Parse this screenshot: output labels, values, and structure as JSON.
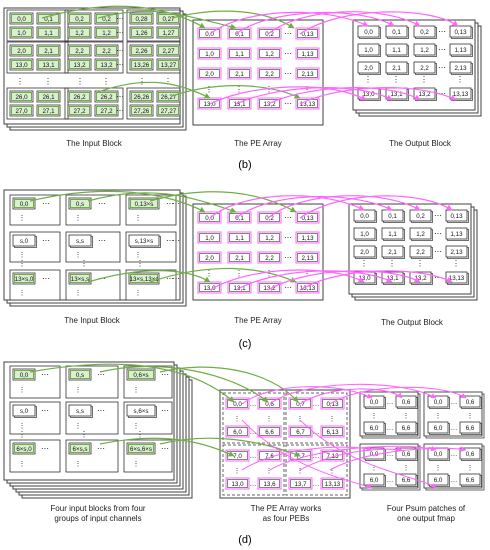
{
  "panels": [
    {
      "tag": "(b)",
      "input": {
        "caption": "The Input Block",
        "cells": [
          [
            "0,0",
            "0,1",
            "0,2",
            "0,2",
            "0,28",
            "0,27"
          ],
          [
            "1,0",
            "1,1",
            "1,2",
            "1,2",
            "1,26",
            "1,27"
          ],
          [
            "2,0",
            "2,1",
            "2,2",
            "2,2",
            "2,26",
            "2,27"
          ],
          [
            "13,0",
            "13,1",
            "13,2",
            "13,2",
            "13,26",
            "13,27"
          ],
          [
            "26,0",
            "26,1",
            "26,2",
            "26,2",
            "26,26",
            "26,27"
          ],
          [
            "27,0",
            "27,1",
            "27,2",
            "27,2",
            "27,26",
            "27,27"
          ]
        ]
      },
      "pe": {
        "caption": "The PE Array",
        "cells": [
          [
            "0,0",
            "0,1",
            "0,2",
            "0,13"
          ],
          [
            "1,0",
            "1,1",
            "1,2",
            "1,13"
          ],
          [
            "2,0",
            "2,1",
            "2,2",
            "2,13"
          ],
          [
            "13,0",
            "13,1",
            "13,2",
            "13,13"
          ]
        ]
      },
      "output": {
        "caption": "The Output Block",
        "cells": [
          [
            "0,0",
            "0,1",
            "0,2",
            "0,13"
          ],
          [
            "1,0",
            "1,1",
            "1,2",
            "1,13"
          ],
          [
            "2,0",
            "2,1",
            "2,2",
            "2,13"
          ],
          [
            "13,0",
            "13,1",
            "13,2",
            "13,13"
          ]
        ]
      }
    },
    {
      "tag": "(c)",
      "input": {
        "caption": "The Input Block",
        "cells": [
          [
            "0,0",
            "0,s",
            "0,13×s"
          ],
          [
            "s,0",
            "s,s",
            "s,13×s"
          ],
          [
            "13×s,0",
            "13×s,s",
            "13×s,13×s"
          ]
        ]
      },
      "pe": {
        "caption": "The PE Array",
        "cells": [
          [
            "0,0",
            "0,1",
            "0,2",
            "0,13"
          ],
          [
            "1,0",
            "1,1",
            "1,2",
            "1,13"
          ],
          [
            "2,0",
            "2,1",
            "2,2",
            "2,13"
          ],
          [
            "13,0",
            "13,1",
            "13,2",
            "13,13"
          ]
        ]
      },
      "output": {
        "caption": "The Output Block",
        "cells": [
          [
            "0,0",
            "0,1",
            "0,2",
            "0,13"
          ],
          [
            "1,0",
            "1,1",
            "1,2",
            "1,13"
          ],
          [
            "2,0",
            "2,1",
            "2,2",
            "2,13"
          ],
          [
            "13,0",
            "13,1",
            "13,2",
            "13,13"
          ]
        ]
      }
    },
    {
      "tag": "(d)",
      "input": {
        "caption_lines": [
          "Four input blocks from four",
          "groups of input channels"
        ],
        "cells": [
          [
            "0,0",
            "0,s",
            "0,6×s"
          ],
          [
            "s,0",
            "s,s",
            "s,6×s"
          ],
          [
            "6×s,0",
            "6×s,s",
            "6×s,6×s"
          ]
        ]
      },
      "pe": {
        "caption_lines": [
          "The PE Array works",
          "as four PEBs"
        ],
        "cells": [
          [
            "0,0",
            "0,6",
            "0,7",
            "0,13"
          ],
          [
            "6,0",
            "6,6",
            "6,7",
            "6,13"
          ],
          [
            "7,0",
            "7,6",
            "7,7",
            "7,13"
          ],
          [
            "13,0",
            "13,6",
            "13,7",
            "13,13"
          ]
        ]
      },
      "output": {
        "caption_lines": [
          "Four Psum patches of",
          "one output fmap"
        ],
        "cells": [
          [
            "0,0",
            "0,6"
          ],
          [
            "6,0",
            "6,6"
          ]
        ]
      }
    }
  ],
  "colors": {
    "green": "#70ad47",
    "pink": "#ff66ff",
    "box": "#404040",
    "cell_fill": "#d9efd0"
  }
}
